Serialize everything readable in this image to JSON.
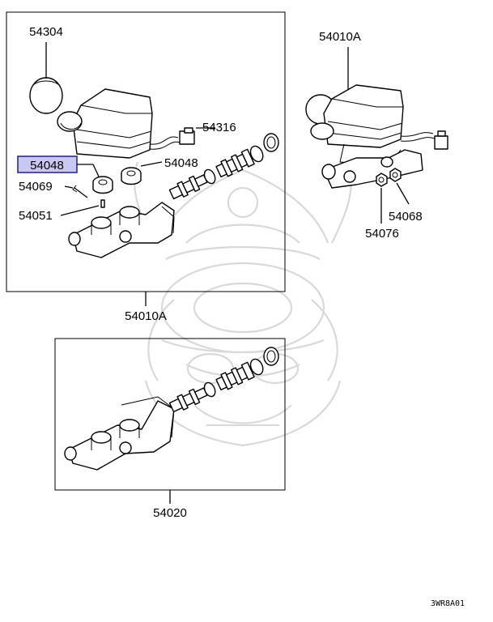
{
  "labels": {
    "part_54304": "54304",
    "part_54010a_right": "54010A",
    "part_54316": "54316",
    "part_54048_highlight": "54048",
    "part_54048": "54048",
    "part_54069": "54069",
    "part_54051": "54051",
    "part_54068": "54068",
    "part_54076": "54076",
    "assembly_54010a": "54010A",
    "assembly_54020": "54020"
  },
  "diagram_code": "3WR8A01",
  "colors": {
    "highlight_fill": "#c9c8f0",
    "highlight_border": "#2e2a8f",
    "watermark": "#d9d9d9"
  },
  "icons": {
    "watermark": "samurai-helmet-watermark-icon"
  }
}
